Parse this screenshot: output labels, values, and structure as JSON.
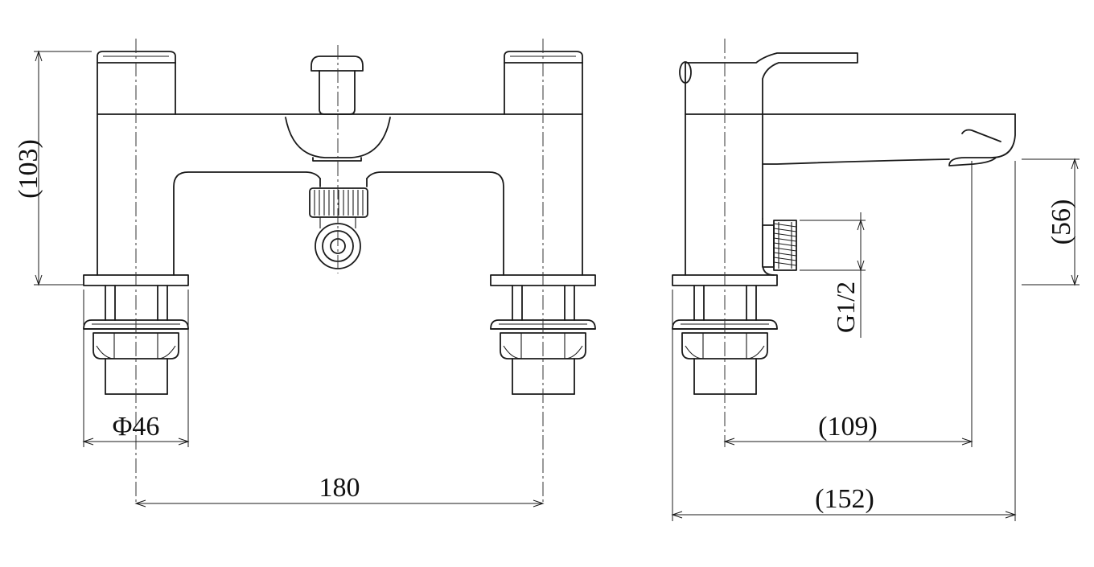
{
  "dimensions": {
    "base_diameter": "Φ46",
    "centers": "180",
    "front_height": "(103)",
    "spout_height": "(56)",
    "thread": "G1/2",
    "spout_reach": "(109)",
    "overall_depth": "(152)"
  },
  "colors": {
    "line": "#1a1a1a",
    "background": "#ffffff"
  }
}
